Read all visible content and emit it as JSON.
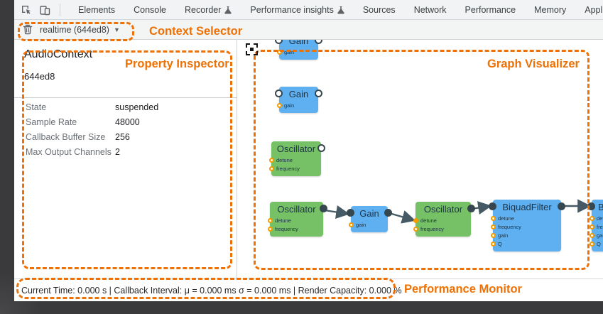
{
  "colors": {
    "annotation_orange": "#ee7106",
    "node_green": "#76c065",
    "node_blue": "#5fb0f0",
    "param_port_orange": "#f59b00",
    "port_dark": "#37474f",
    "tabbar_bg": "#f1f3f4"
  },
  "tab_bar": {
    "tabs": [
      {
        "label": "Elements"
      },
      {
        "label": "Console"
      },
      {
        "label": "Recorder"
      },
      {
        "label": "Performance insights"
      },
      {
        "label": "Sources"
      },
      {
        "label": "Network"
      },
      {
        "label": "Performance"
      },
      {
        "label": "Memory"
      },
      {
        "label": "Application"
      }
    ],
    "icons": [
      "inspect-element-icon",
      "device-toolbar-icon",
      "flask-icon"
    ]
  },
  "context_selector": {
    "value": "realtime (644ed8)",
    "caret": "▼",
    "icon": "trash-icon"
  },
  "inspector": {
    "title": "AudioContext",
    "context_id": "644ed8",
    "rows": [
      {
        "label": "State",
        "value": "suspended"
      },
      {
        "label": "Sample Rate",
        "value": "48000"
      },
      {
        "label": "Callback Buffer Size",
        "value": "256"
      },
      {
        "label": "Max Output Channels",
        "value": "2"
      }
    ]
  },
  "graph": {
    "nodes": [
      {
        "title": "Gain",
        "params": [
          "gain"
        ]
      },
      {
        "title": "Gain",
        "params": [
          "gain"
        ]
      },
      {
        "title": "Oscillator",
        "params": [
          "detune",
          "frequency"
        ]
      },
      {
        "title": "Oscillator",
        "params": [
          "detune",
          "frequency"
        ]
      },
      {
        "title": "Gain",
        "params": [
          "gain"
        ]
      },
      {
        "title": "Oscillator",
        "params": [
          "detune",
          "frequency"
        ]
      },
      {
        "title": "BiquadFilter",
        "params": [
          "detune",
          "frequency",
          "gain",
          "Q"
        ]
      },
      {
        "title": "BiquadFilter",
        "params": [
          "detune",
          "frequency",
          "gain",
          "Q"
        ]
      }
    ]
  },
  "performance_monitor": {
    "text": "Current Time: 0.000 s | Callback Interval: μ = 0.000 ms σ = 0.000 ms | Render Capacity: 0.000 %"
  },
  "annotations": {
    "context_selector": "Context Selector",
    "property_inspector": "Property Inspector",
    "graph_visualizer": "Graph Visualizer",
    "performance_monitor": "Performance Monitor"
  }
}
